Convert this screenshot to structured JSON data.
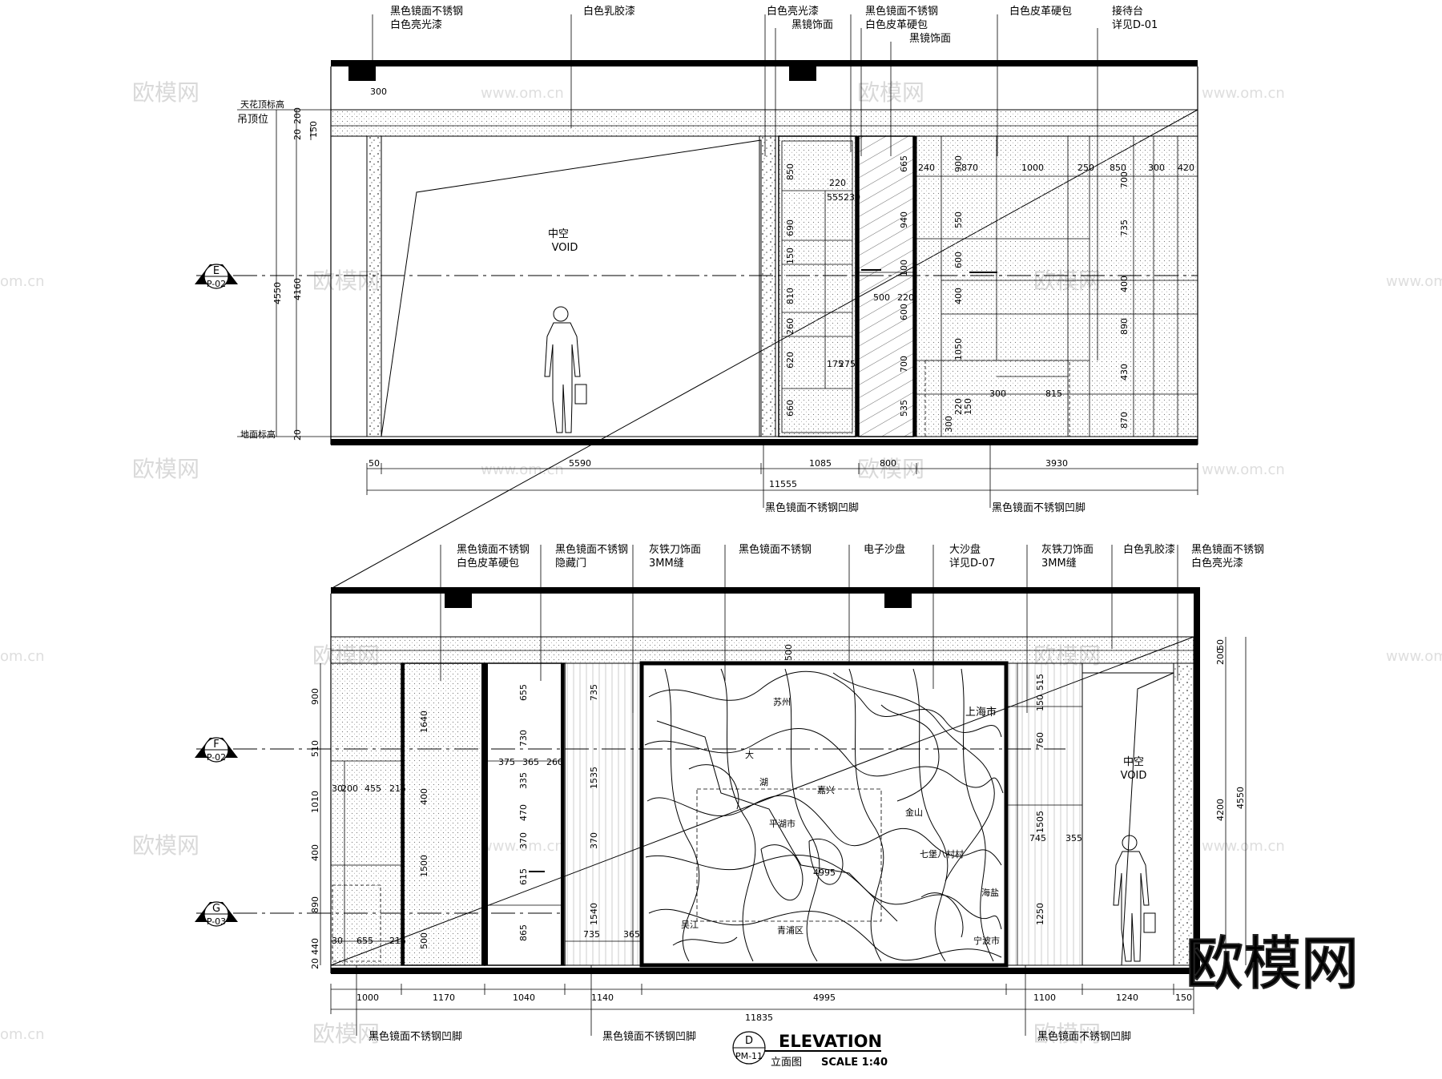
{
  "watermarks": {
    "cn": "欧模网",
    "url": "www.om.cn",
    "url_short": "om.cn",
    "corner": "欧模网"
  },
  "elev_top": {
    "callouts": [
      {
        "l1": "黑色镜面不锈钢",
        "l2": "白色亮光漆"
      },
      {
        "l1": "白色乳胶漆"
      },
      {
        "l1": "白色亮光漆",
        "l2": "黑镜饰面"
      },
      {
        "l1": "黑色镜面不锈钢",
        "l2": "白色皮革硬包",
        "l3": "黑镜饰面"
      },
      {
        "l1": "白色皮革硬包"
      },
      {
        "l1": "接待台",
        "l2": "详见D-01"
      }
    ],
    "bottom_callouts": [
      "黑色镜面不锈钢凹脚",
      "黑色镜面不锈钢凹脚"
    ],
    "level_labels": {
      "ceiling": "吊顶位",
      "top_small": "天花顶标高",
      "floor_small": "地面标高"
    },
    "void_label": {
      "cn": "中空",
      "en": "VOID"
    },
    "section_mark": {
      "letter": "E",
      "sheet": "P-02"
    },
    "left_dims": [
      "200",
      "20",
      "150",
      "4550",
      "4160",
      "20"
    ],
    "top_dim": "300",
    "bottom_dims": [
      "50",
      "5590",
      "1085",
      "800",
      "3930"
    ],
    "total_dim": "11555",
    "inner_dims": [
      "850",
      "555",
      "220",
      "230",
      "690",
      "150",
      "810",
      "260",
      "620",
      "660",
      "175",
      "275",
      "665",
      "940",
      "100",
      "500",
      "220",
      "600",
      "700",
      "535",
      "240",
      "870",
      "1000",
      "250",
      "850",
      "300",
      "420",
      "900",
      "550",
      "600",
      "400",
      "1050",
      "300",
      "220",
      "150",
      "700",
      "300",
      "815",
      "735",
      "400",
      "890",
      "430"
    ]
  },
  "elev_bottom": {
    "callouts": [
      {
        "l1": "黑色镜面不锈钢",
        "l2": "白色皮革硬包"
      },
      {
        "l1": "黑色镜面不锈钢",
        "l2": "隐藏门"
      },
      {
        "l1": "灰铁刀饰面",
        "l2": "3MM缝"
      },
      {
        "l1": "黑色镜面不锈钢"
      },
      {
        "l1": "电子沙盘"
      },
      {
        "l1": "大沙盘",
        "l2": "详见D-07"
      },
      {
        "l1": "灰铁刀饰面",
        "l2": "3MM缝"
      },
      {
        "l1": "白色乳胶漆"
      },
      {
        "l1": "黑色镜面不锈钢",
        "l2": "白色亮光漆"
      }
    ],
    "bottom_callouts": [
      "黑色镜面不锈钢凹脚",
      "黑色镜面不锈钢凹脚",
      "黑色镜面不锈钢凹脚"
    ],
    "void_label": {
      "cn": "中空",
      "en": "VOID"
    },
    "section_marks": [
      {
        "letter": "F",
        "sheet": "P-02"
      },
      {
        "letter": "G",
        "sheet": "P-03"
      }
    ],
    "left_dims": [
      "900",
      "510",
      "1010",
      "400",
      "890",
      "440",
      "20"
    ],
    "right_dims": [
      "50",
      "200",
      "4200",
      "4550"
    ],
    "bottom_dims": [
      "1000",
      "1170",
      "1040",
      "1140",
      "4995",
      "1100",
      "1240",
      "150"
    ],
    "total_dim": "11835",
    "inner_dims": [
      "1640",
      "400",
      "1500",
      "500",
      "655",
      "730",
      "335",
      "470",
      "370",
      "615",
      "865",
      "1535",
      "370",
      "1540",
      "375",
      "365",
      "260",
      "735",
      "735",
      "365",
      "30",
      "200",
      "455",
      "215",
      "655",
      "215",
      "515",
      "150",
      "760",
      "1505",
      "1250",
      "745",
      "355",
      "500",
      "4995"
    ],
    "map_labels": [
      "上海市",
      "大",
      "湖",
      "苏州",
      "嘉兴",
      "平湖市",
      "宁波市",
      "金山",
      "青浦区",
      "海盐",
      "七堡八村村",
      "吴江"
    ]
  },
  "title_block": {
    "letter": "D",
    "sheet": "PM-11",
    "title_en": "ELEVATION",
    "title_cn": "立面图",
    "scale": "SCALE  1:40"
  }
}
